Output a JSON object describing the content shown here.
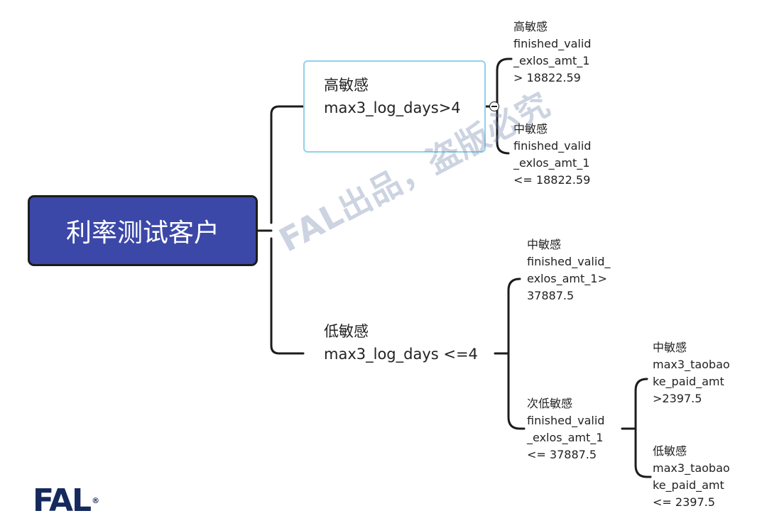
{
  "root": {
    "label": "利率测试客户"
  },
  "branches": [
    {
      "title": "高敏感",
      "rule": "max3_log_days>4",
      "children": [
        {
          "lines": "高敏感\nfinished_valid\n_exlos_amt_1\n> 18822.59"
        },
        {
          "lines": "中敏感\nfinished_valid\n_exlos_amt_1\n<= 18822.59"
        }
      ]
    },
    {
      "title": "低敏感",
      "rule": "max3_log_days <=4",
      "children": [
        {
          "lines": "中敏感\nfinished_valid_\nexlos_amt_1>\n37887.5"
        },
        {
          "lines": "次低敏感\nfinished_valid\n_exlos_amt_1\n<= 37887.5",
          "children": [
            {
              "lines": "中敏感\nmax3_taobao\nke_paid_amt\n>2397.5"
            },
            {
              "lines": "低敏感\nmax3_taobao\nke_paid_amt\n<= 2397.5"
            }
          ]
        }
      ]
    }
  ],
  "watermark": "FAL出品，盗版必究",
  "logo": {
    "text": "FAL",
    "mark": "®"
  },
  "colors": {
    "root_fill": "#3c48a8",
    "selected_border": "#8fd2ec",
    "line": "#1c1c1c"
  }
}
